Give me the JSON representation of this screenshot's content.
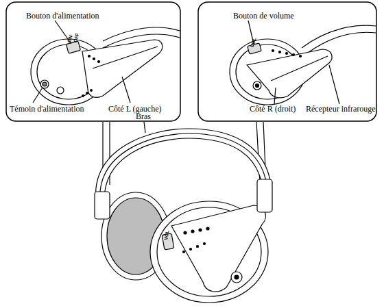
{
  "diagram": {
    "nodes": [
      {
        "text": [
          "Bouton d'alimentation",
          "Témoin d'alimentation",
          "Côté L (gauche)"
        ]
      },
      {
        "text": [
          "Bouton de volume",
          "Côté R (droit)",
          "Récepteur infrarouge"
        ]
      }
    ],
    "labels": [
      "Bras",
      "ON",
      "OFF",
      "VOL",
      "VOL"
    ]
  }
}
